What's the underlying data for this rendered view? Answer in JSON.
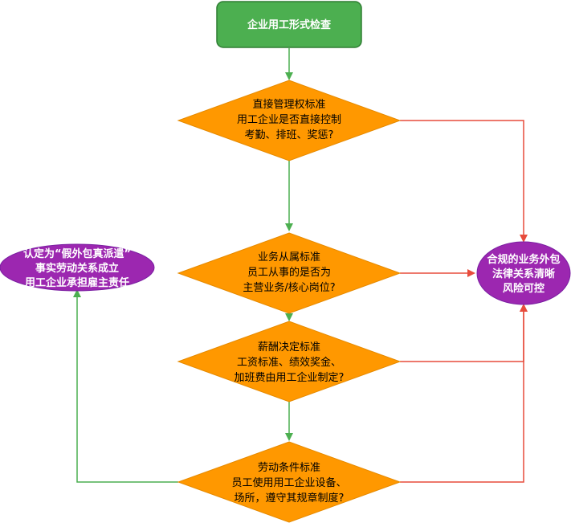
{
  "colors": {
    "start_fill": "#4caf50",
    "start_stroke": "#2e7d32",
    "decision_fill": "#ff9800",
    "decision_stroke": "#e68a00",
    "outcome_fill": "#9c27b0",
    "outcome_stroke": "#7b1fa2",
    "yes_line": "#4caf50",
    "no_line": "#e74c3c"
  },
  "start": {
    "label": "企业用工形式检查"
  },
  "decisions": [
    {
      "line1": "直接管理权标准",
      "line2": "用工企业是否直接控制",
      "line3": "考勤、排班、奖惩?"
    },
    {
      "line1": "业务从属标准",
      "line2": "员工从事的是否为",
      "line3": "主营业务/核心岗位?"
    },
    {
      "line1": "薪酬决定标准",
      "line2": "工资标准、绩效奖金、",
      "line3": "加班费由用工企业制定?"
    },
    {
      "line1": "劳动条件标准",
      "line2": "员工使用用工企业设备、",
      "line3": "场所，遵守其规章制度?"
    }
  ],
  "outcomes": {
    "fake_outsourcing": {
      "line1": "认定为“假外包真派遣”",
      "line2": "事实劳动关系成立",
      "line3": "用工企业承担雇主责任"
    },
    "compliant": {
      "line1": "合规的业务外包",
      "line2": "法律关系清晰",
      "line3": "风险可控"
    }
  }
}
